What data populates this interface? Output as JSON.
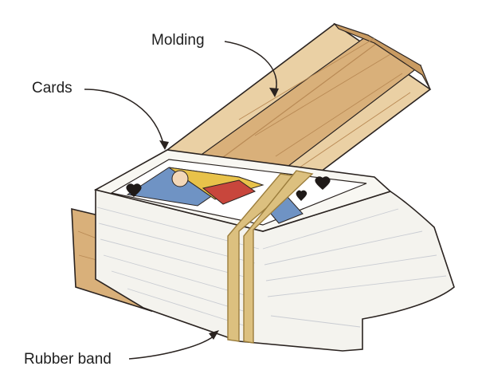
{
  "labels": {
    "molding": "Molding",
    "cards": "Cards",
    "rubber_band": "Rubber band"
  },
  "colors": {
    "wood_light": "#ead0a4",
    "wood_mid": "#d9b07a",
    "wood_dark": "#b98a55",
    "card_edge": "#f4f3ee",
    "card_shadow": "#c9ccd2",
    "band": "#dcc07f",
    "band_outline": "#9b7d3c",
    "ink": "#2a2320",
    "court_red": "#c8463c",
    "court_yellow": "#e8c24a",
    "court_blue": "#6f93c4"
  },
  "icons": {
    "playing_card_king": "king-card-icon",
    "spade_suit": "spade-icon"
  }
}
